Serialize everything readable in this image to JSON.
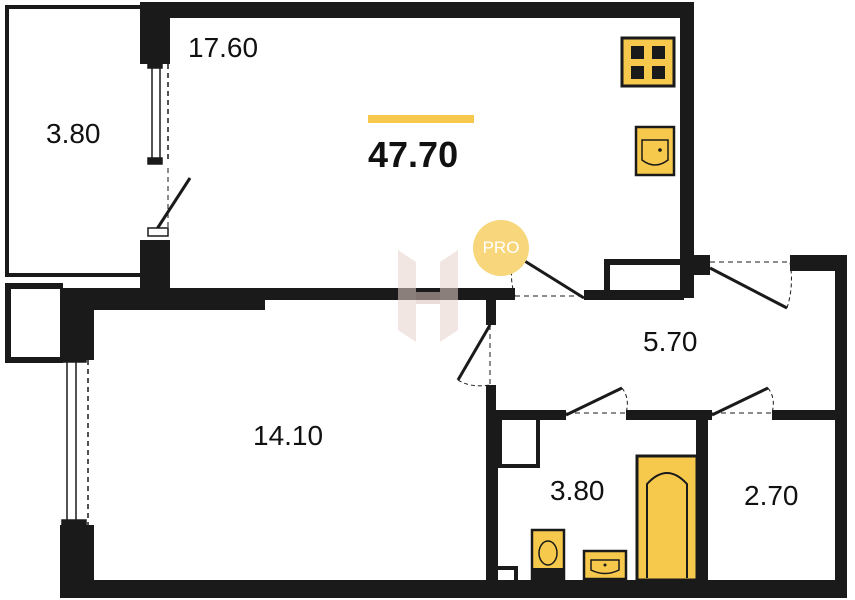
{
  "plan": {
    "total_area": "47.70",
    "rooms": {
      "living_kitchen": "17.60",
      "balcony": "3.80",
      "bedroom": "14.10",
      "hallway": "5.70",
      "bathroom": "3.80",
      "wc": "2.70"
    },
    "badge": "PRO",
    "colors": {
      "wall": "#1a1a1a",
      "accent": "#f6c94d",
      "fixture_fill": "#f6c94d",
      "badge": "#f7d67c",
      "watermark": "#e8d3cc"
    }
  }
}
